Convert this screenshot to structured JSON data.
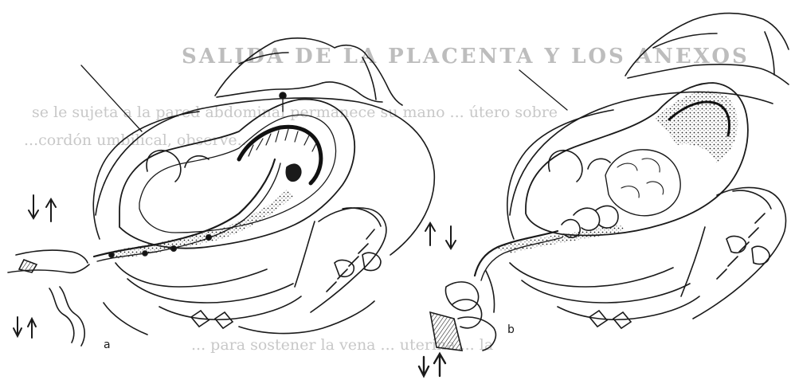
{
  "figure": {
    "panel_labels": {
      "left": "a",
      "right": "b"
    },
    "bleed_through_text": {
      "heading": "SALIDA DE LA PLACENTA Y LOS ANEXOS",
      "lines": [
        "se le sujeta a la pared abdominal permanece su mano ... útero sobre",
        "...cordón umbilical, observe...",
        "... para sostener la vena ... uterina ... la"
      ]
    },
    "colors": {
      "ink": "#1a1a1a",
      "paper": "#ffffff",
      "bleed": "#c4c4c4"
    }
  }
}
